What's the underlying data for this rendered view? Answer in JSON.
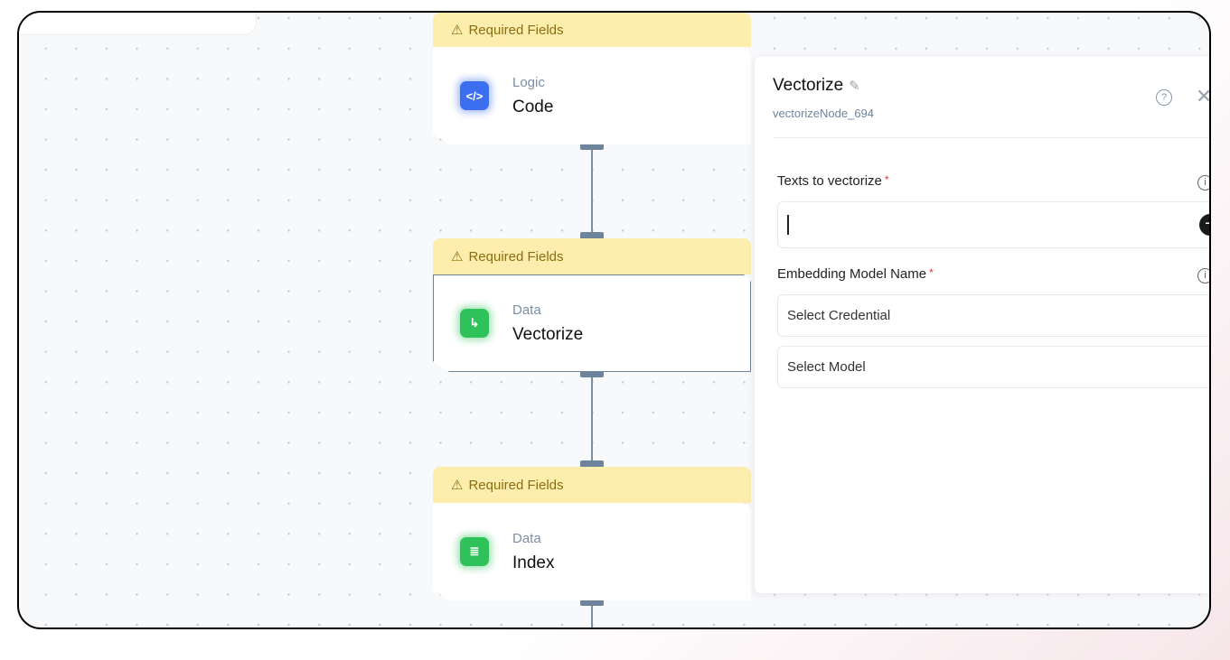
{
  "nodes": [
    {
      "warning": "Required Fields",
      "category": "Logic",
      "name": "Code",
      "icon": "code-icon",
      "color": "#3b6ff0"
    },
    {
      "warning": "Required Fields",
      "category": "Data",
      "name": "Vectorize",
      "icon": "vector-axes-icon",
      "color": "#2fc25b"
    },
    {
      "warning": "Required Fields",
      "category": "Data",
      "name": "Index",
      "icon": "database-icon",
      "color": "#2fc25b"
    }
  ],
  "panel": {
    "title": "Vectorize",
    "node_id": "vectorizeNode_694",
    "texts_label": "Texts to vectorize",
    "texts_value": "",
    "embedding_label": "Embedding Model Name",
    "required_mark": "*",
    "credential_placeholder": "Select Credential",
    "model_placeholder": "Select Model"
  }
}
